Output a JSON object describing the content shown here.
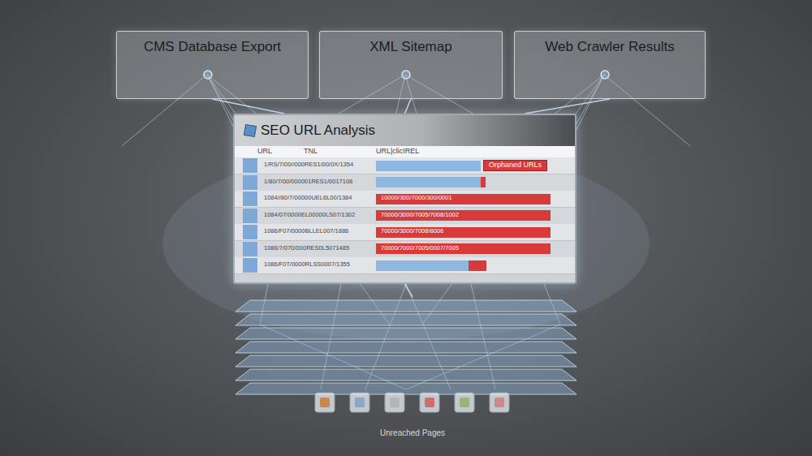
{
  "diagram": {
    "nodes": [
      {
        "text": [
          "CMS Database Export"
        ]
      },
      {
        "text": [
          "XML Sitemap"
        ]
      },
      {
        "text": [
          "Web Crawler Results"
        ]
      },
      {
        "text": [
          "SEO URL Analysis"
        ]
      },
      {
        "text": [
          "Unreached Pages"
        ]
      }
    ],
    "edges": [
      {
        "from": 0,
        "to": 3,
        "arrow": "none"
      },
      {
        "from": 1,
        "to": 3,
        "arrow": "none"
      },
      {
        "from": 2,
        "to": 3,
        "arrow": "none"
      },
      {
        "from": 3,
        "to": 4,
        "arrow": "none"
      }
    ],
    "labels": [
      "URL",
      "TNL",
      "URL|clicIREL",
      "1/RS/7/00//000RES1/00/0X/1354",
      "Orphaned URLs",
      "1/80/7/00/000001RES1/0017108",
      "1084//80/7/00000UEL6L00/1384",
      "10000/300/7000/300/0001",
      "1084/07/0000EL00000LS07/1302",
      "70000/3000/7005/7008/1002",
      "1086/F07/0000BLLEL007/1886",
      "70000/3000/7008/8006",
      "1086/7/070/000RES0L5071485",
      "70000/7000/7005/0007/7005",
      "1086/F0T/0000RLSS0007/1355"
    ]
  }
}
